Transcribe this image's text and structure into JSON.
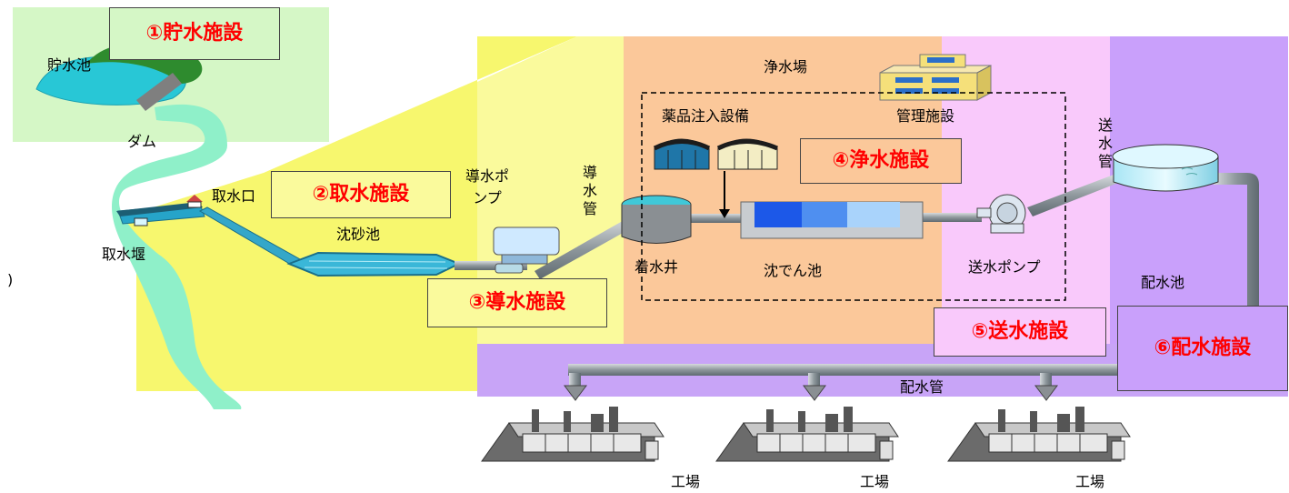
{
  "colors": {
    "storage_zone": "#d5f7c6",
    "intake_zone": "#f7f76e",
    "conveyance_zone": "#fafa9c",
    "treatment_zone": "#fbc89a",
    "transmission_zone": "#f9c9fb",
    "distribution_zone": "#c9a0fb",
    "distribution_bottom": "#c8a4f7",
    "river": "#8ff0c9",
    "pipe": "#9aa3a8",
    "label_red": "#ff0000"
  },
  "facilities": {
    "storage": "①貯水施設",
    "intake": "②取水施設",
    "conveyance": "③導水施設",
    "treatment": "④浄水施設",
    "transmission": "⑤送水施設",
    "distribution": "⑥配水施設"
  },
  "labels": {
    "reservoir": "貯水池",
    "dam": "ダム",
    "intake_weir": "取水堰",
    "intake_port": "取水口",
    "sand_basin": "沈砂池",
    "conveyance_pump": "導水ポンプ",
    "conveyance_pipe": "導水管",
    "purification_plant": "浄水場",
    "chemical_dosing": "薬品注入設備",
    "management": "管理施設",
    "receiving_well": "着水井",
    "sedimentation": "沈でん池",
    "transmission_pump": "送水ポンプ",
    "transmission_pipe": "送水管",
    "distribution_reservoir": "配水池",
    "distribution_pipe": "配水管",
    "factory": "工場",
    "edge_mark": ")"
  },
  "icons": {
    "pump": "pump-icon",
    "factory": "factory-icon",
    "building": "building-icon",
    "tank": "tank-icon"
  }
}
